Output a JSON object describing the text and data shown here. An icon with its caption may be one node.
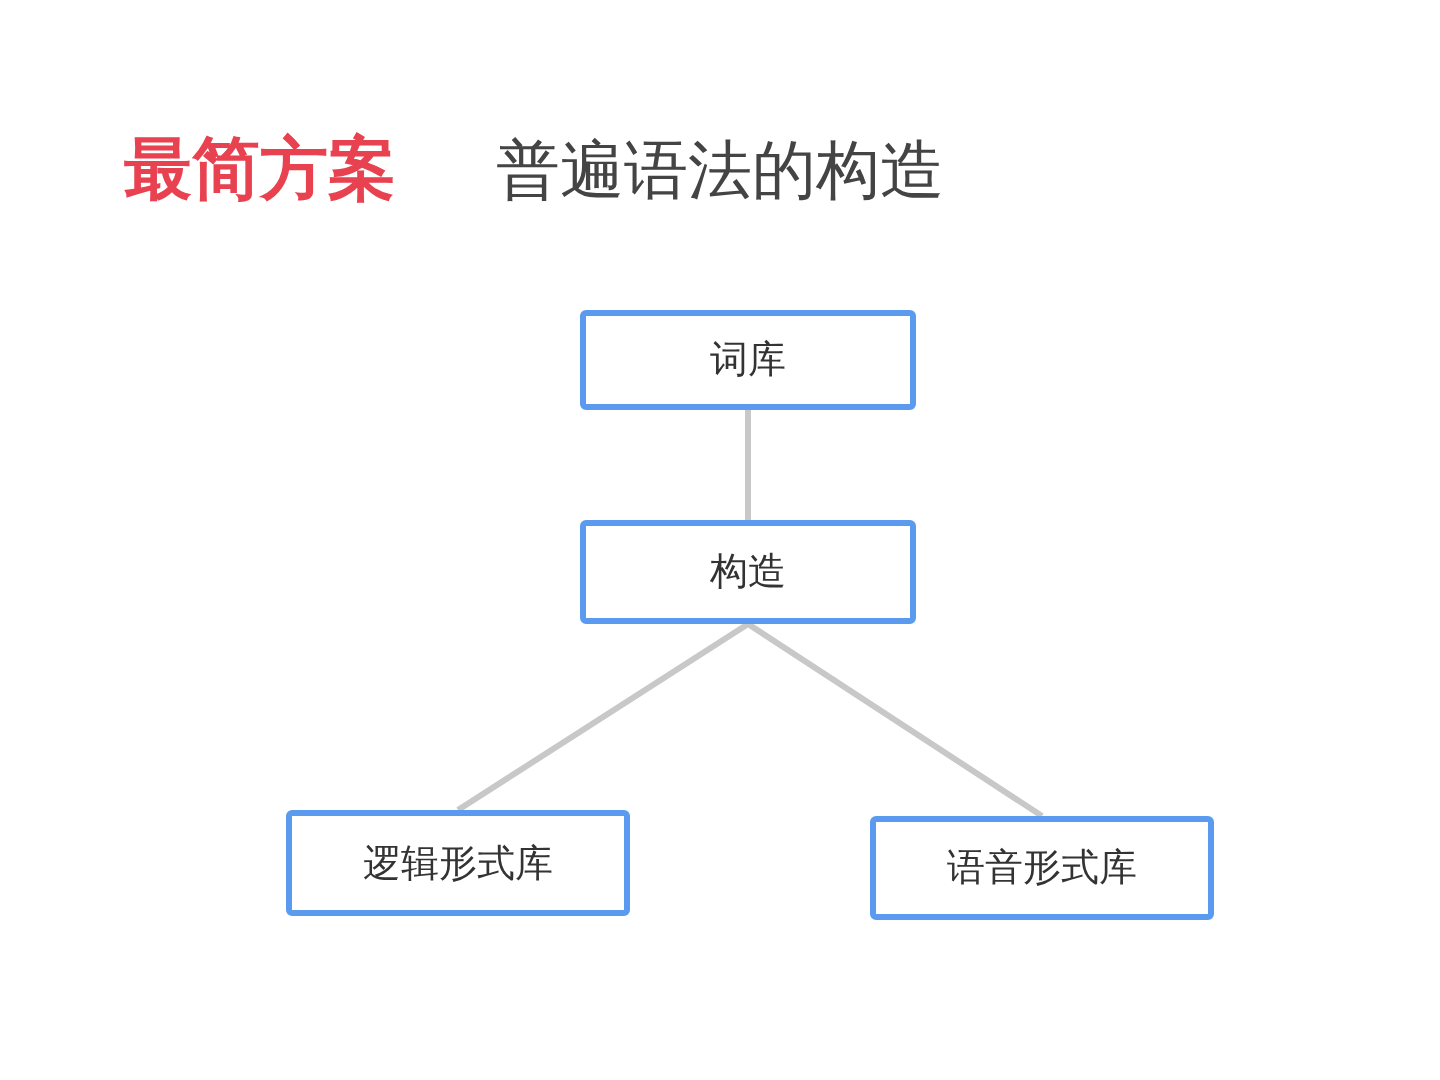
{
  "diagram": {
    "title": "最简方案",
    "nodes": [
      {
        "text": [
          "词库"
        ]
      },
      {
        "text": [
          "构造"
        ]
      },
      {
        "text": [
          "逻辑形式库"
        ]
      },
      {
        "text": [
          "语音形式库"
        ]
      }
    ],
    "edges": [
      {
        "from": 0,
        "to": 1,
        "arrow": "none"
      },
      {
        "from": 1,
        "to": 2,
        "arrow": "none"
      },
      {
        "from": 1,
        "to": 3,
        "arrow": "none"
      }
    ],
    "labels": [
      "普遍语法的构造"
    ]
  }
}
